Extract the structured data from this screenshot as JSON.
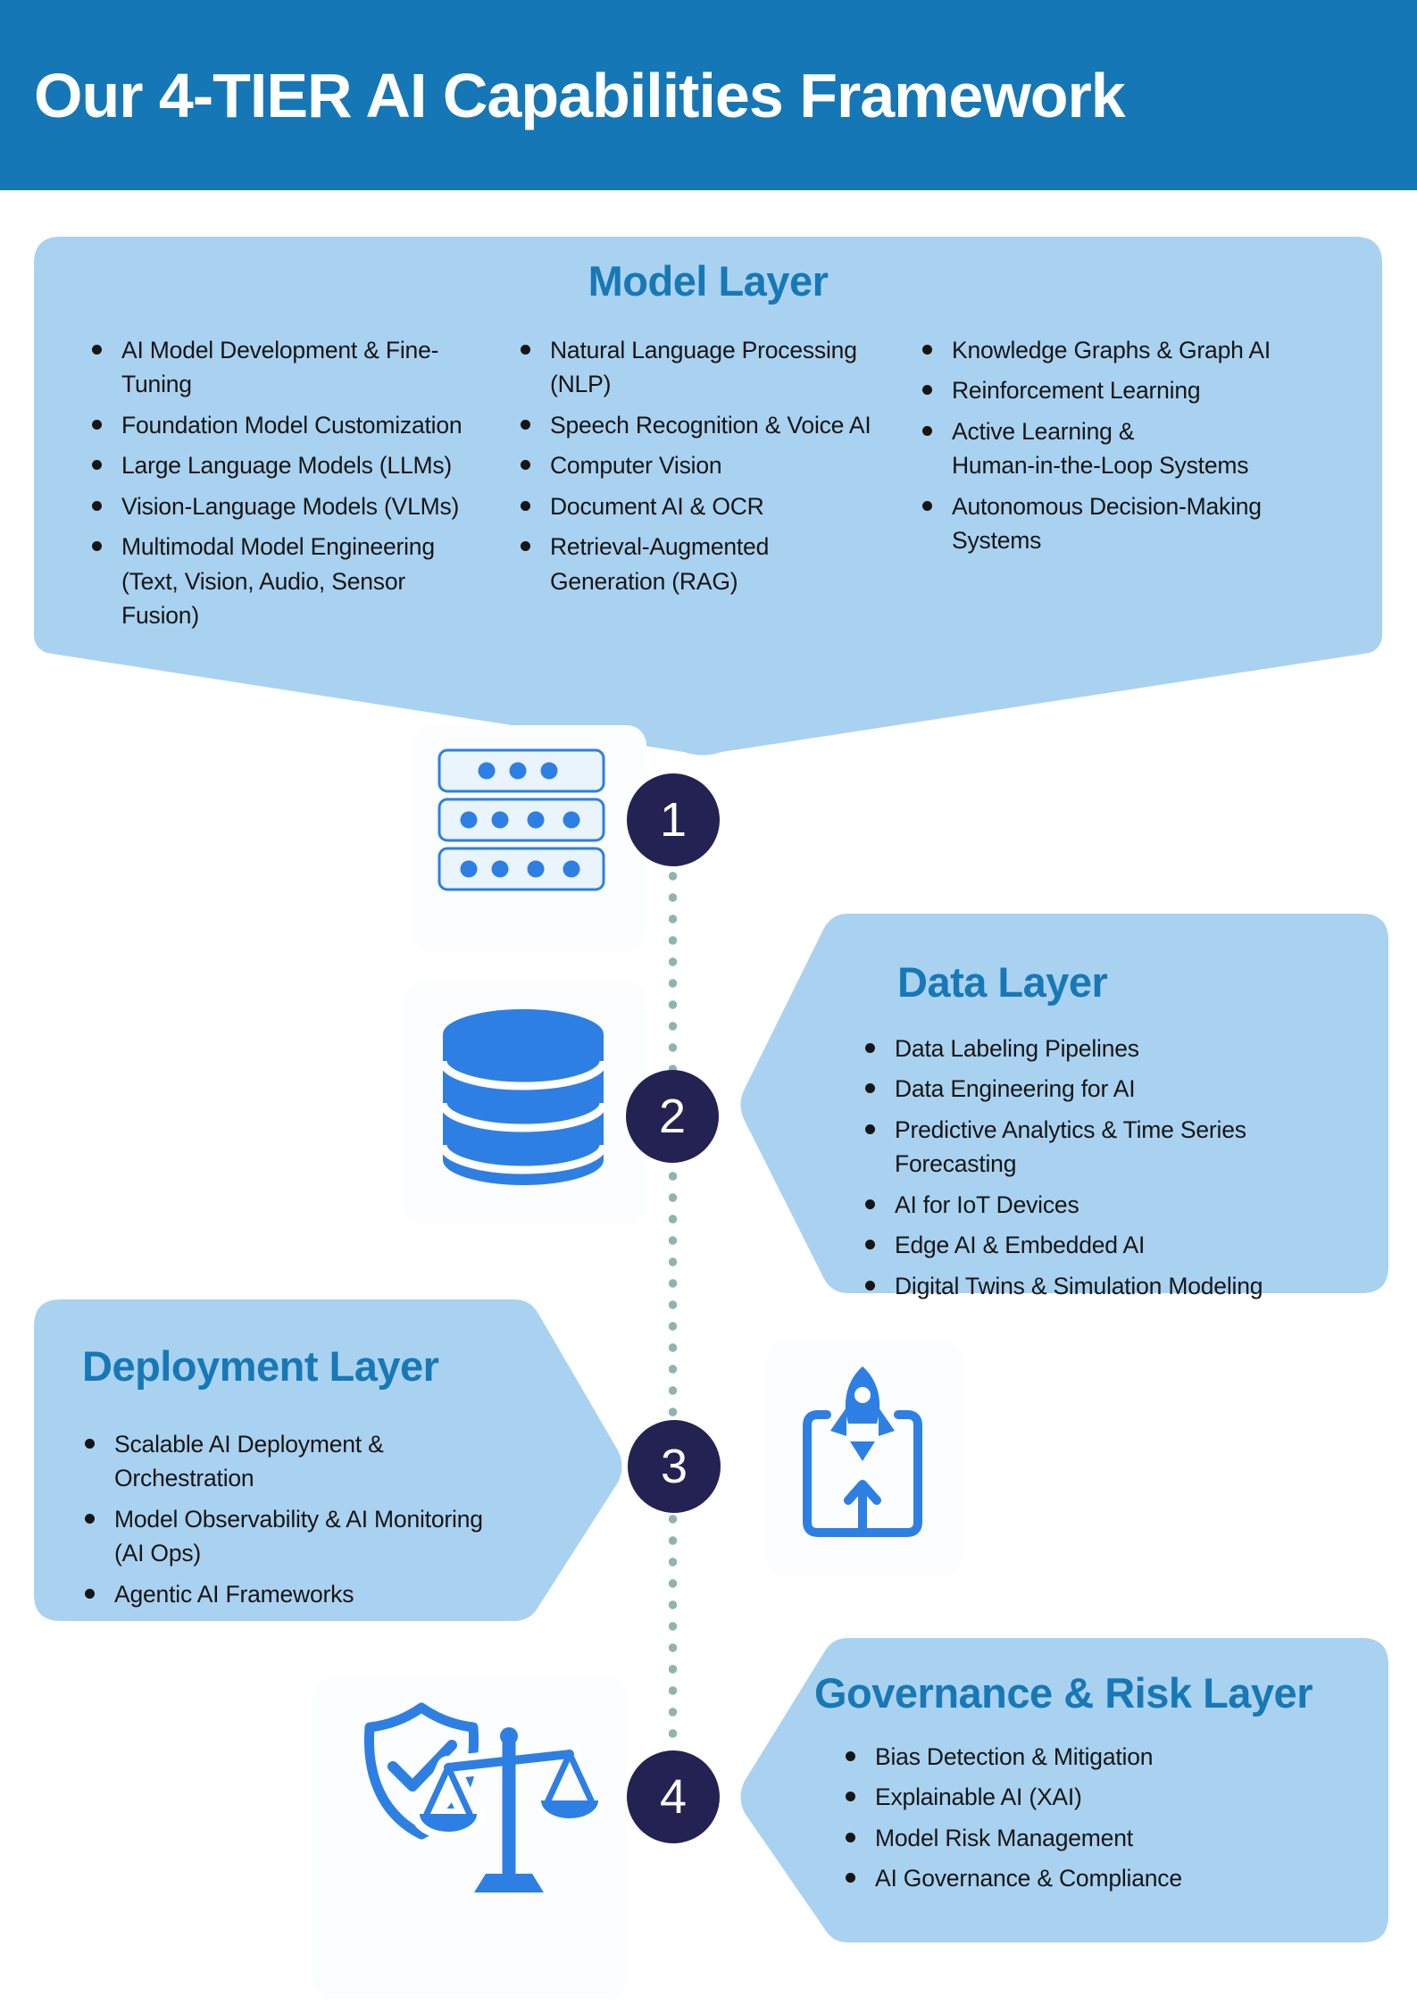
{
  "colors": {
    "header_blue": "#1577b5",
    "panel_blue": "#a9d2f0",
    "heading_blue": "#1878b6",
    "navy_badge": "#232253",
    "icon_blue": "#2e7fe3",
    "dotted_line": "#8fb4b0"
  },
  "header": {
    "title": "Our 4-TIER AI Capabilities Framework"
  },
  "model_layer": {
    "title": "Model Layer",
    "columns": [
      [
        "AI Model Development & Fine-\nTuning",
        "Foundation Model Customization",
        "Large Language Models (LLMs)",
        "Vision-Language Models (VLMs)",
        "Multimodal Model Engineering\n(Text, Vision, Audio, Sensor\nFusion)"
      ],
      [
        "Natural Language Processing\n(NLP)",
        "Speech Recognition & Voice AI",
        "Computer Vision",
        "Document AI & OCR",
        "Retrieval-Augmented\nGeneration (RAG)"
      ],
      [
        "Knowledge Graphs & Graph AI",
        "Reinforcement Learning",
        "Active Learning &\nHuman-in-the-Loop Systems",
        "Autonomous Decision-Making\nSystems"
      ]
    ]
  },
  "data_layer": {
    "title": "Data Layer",
    "items": [
      "Data Labeling Pipelines",
      "Data Engineering for AI",
      "Predictive Analytics & Time Series\nForecasting",
      "AI for IoT Devices",
      "Edge AI & Embedded AI",
      "Digital Twins & Simulation Modeling"
    ]
  },
  "deployment_layer": {
    "title": "Deployment Layer",
    "items": [
      "Scalable AI Deployment &\nOrchestration",
      "Model Observability & AI Monitoring\n(AI Ops)",
      "Agentic AI Frameworks"
    ]
  },
  "governance_layer": {
    "title": "Governance & Risk Layer",
    "items": [
      "Bias Detection & Mitigation",
      "Explainable AI (XAI)",
      "Model Risk Management",
      "AI Governance & Compliance"
    ]
  },
  "tiers": [
    {
      "number": "1",
      "icon": "server-rack"
    },
    {
      "number": "2",
      "icon": "database"
    },
    {
      "number": "3",
      "icon": "rocket-launch"
    },
    {
      "number": "4",
      "icon": "shield-scales"
    }
  ]
}
